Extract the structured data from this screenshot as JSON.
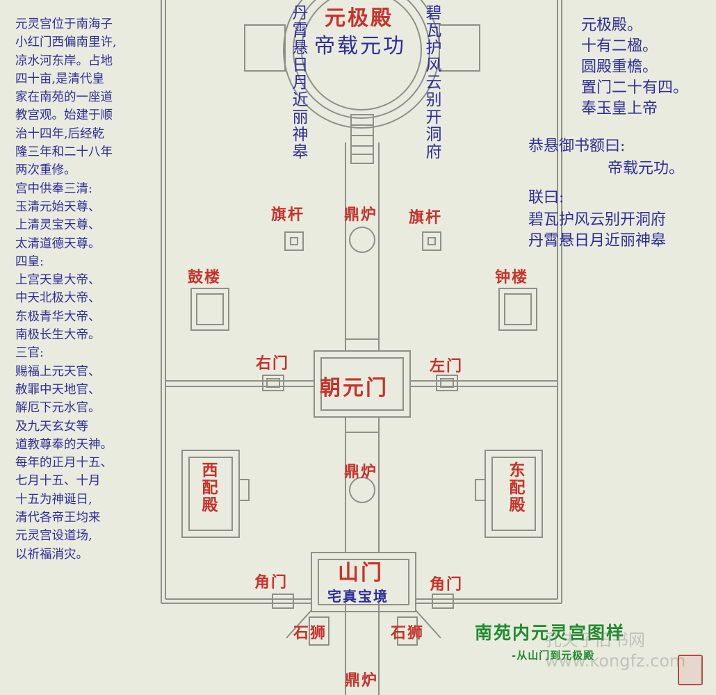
{
  "intro": {
    "lines": [
      "元灵宫位于南海子",
      "小红门西偏南里许,",
      "凉水河东岸。占地",
      "四十亩,是清代皇",
      "家在南苑的一座道",
      "教宫观。始建于顺",
      "治十四年,后经乾",
      "隆三年和二十八年",
      "两次重修。",
      "宫中供奉三清:",
      "玉清元始天尊、",
      "上清灵宝天尊、",
      "太清道德天尊。",
      "四皇:",
      "上宫天皇大帝、",
      "中天北极大帝、",
      "东极青华大帝、",
      "南极长生大帝。",
      "三官:",
      "赐福上元天官、",
      "赦罪中天地官、",
      "解厄下元水官。",
      "及九天玄女等",
      "道教尊奉的天神。",
      "每年的正月十五、",
      "七月十五、十月",
      "十五为神诞日,",
      "清代各帝王均来",
      "元灵宫设道场,",
      "以祈福消灾。"
    ]
  },
  "notes": {
    "hall_lines": [
      "元极殿。",
      "十有二楹。",
      "圆殿重檐。",
      "置门二十有四。",
      "奉玉皇上帝"
    ],
    "plaque_intro": "恭悬御书额曰:",
    "plaque_text": "帝载元功。",
    "couplet_intro": "联曰:",
    "couplet_lines": [
      "碧瓦护风云别开洞府",
      "丹霄悬日月近丽神皋"
    ]
  },
  "plan": {
    "main_hall": "元极殿",
    "main_hall_plaque": "帝载元功",
    "couplet_left": "丹霄悬日月近丽神皋",
    "couplet_right": "碧瓦护风云别开洞府",
    "flagpole_west": "旗杆",
    "flagpole_east": "旗杆",
    "censer_top": "鼎炉",
    "drum_tower": "鼓楼",
    "bell_tower": "钟楼",
    "right_gate": "右门",
    "left_gate": "左门",
    "chaoyuan_gate": "朝元门",
    "west_hall": "西配殿",
    "east_hall": "东配殿",
    "censer_mid": "鼎炉",
    "side_gate_west": "角门",
    "side_gate_east": "角门",
    "mountain_gate": "山门",
    "mountain_gate_plaque": "宅真宝境",
    "stone_lion_west": "石狮",
    "stone_lion_east": "石狮",
    "censer_bottom": "鼎炉"
  },
  "caption": {
    "title": "南苑内元灵宫图样",
    "subtitle": "-从山门到元极殿"
  },
  "watermark": "孔夫子旧书网 www.kongfz.com",
  "colors": {
    "background": "#e9ebdf",
    "label_red": "#c8322a",
    "text_blue": "#2e2d9a",
    "title_green": "#1e8c2c",
    "line": "#8e9088"
  }
}
